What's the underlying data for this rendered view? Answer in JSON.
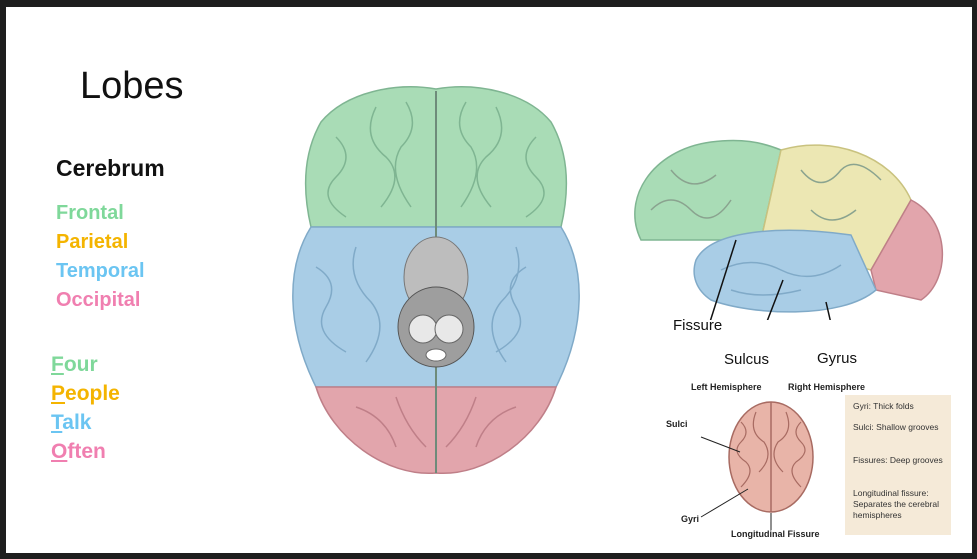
{
  "title": "Lobes",
  "subtitle": "Cerebrum",
  "lobes": [
    {
      "label": "Frontal",
      "color": "#7fd89a"
    },
    {
      "label": "Parietal",
      "color": "#f4b400"
    },
    {
      "label": "Temporal",
      "color": "#6bc5f2"
    },
    {
      "label": "Occipital",
      "color": "#f07fb0"
    }
  ],
  "mnemonic": [
    {
      "first": "F",
      "rest": "our"
    },
    {
      "first": "P",
      "rest": "eople"
    },
    {
      "first": "T",
      "rest": "alk"
    },
    {
      "first": "O",
      "rest": "ften"
    }
  ],
  "lateral_labels": {
    "fissure": "Fissure",
    "sulcus": "Sulcus",
    "gyrus": "Gyrus"
  },
  "diagram": {
    "left_hemisphere": "Left Hemisphere",
    "right_hemisphere": "Right Hemisphere",
    "sulci": "Sulci",
    "gyri": "Gyri",
    "longitudinal_fissure": "Longitudinal Fissure",
    "notes": [
      "Gyri: Thick folds",
      "Sulci: Shallow grooves",
      "Fissures: Deep grooves",
      "Longitudinal fissure: Separates the cerebral hemispheres"
    ]
  },
  "region_colors": {
    "frontal": "#a9dcb6",
    "parietal": "#ece7b3",
    "temporal": "#a9cde6",
    "occipital": "#e2a5ac"
  }
}
